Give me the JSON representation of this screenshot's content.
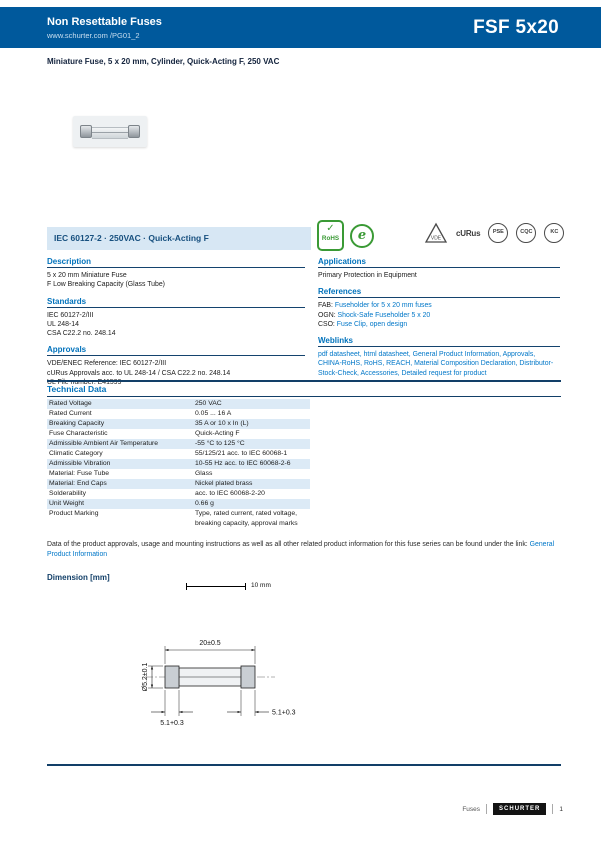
{
  "colors": {
    "header_bar": "#00599C",
    "accent_blue": "#0072BC",
    "link_blue": "#0077C8",
    "banner_bg": "#D7E7F4",
    "table_alt_bg": "#DCEAF6",
    "rohs_green": "#3A9A35",
    "rule_navy": "#123F68"
  },
  "icons": {
    "check": "✓"
  },
  "header": {
    "title": "Non Resettable Fuses",
    "url": "www.schurter.com /PG01_2",
    "product": "FSF 5x20"
  },
  "subtitle": "Miniature Fuse, 5 x 20 mm, Cylinder, Quick-Acting F, 250 VAC",
  "banner": {
    "text": "IEC 60127-2 · 250VAC · Quick-Acting F"
  },
  "badges": {
    "rohs": "RoHS",
    "emark": "e"
  },
  "certs": [
    "VDE",
    "cURus",
    "PSE",
    "CQC",
    "KC"
  ],
  "description": {
    "title": "Description",
    "items": [
      "5 x 20 mm Miniature Fuse",
      "F Low Breaking Capacity (Glass Tube)"
    ]
  },
  "standards": {
    "title": "Standards",
    "items": [
      "IEC 60127-2/III",
      "UL 248-14",
      "CSA C22.2 no. 248.14"
    ]
  },
  "approvals": {
    "title": "Approvals",
    "items": [
      "VDE/ENEC Reference: IEC 60127-2/III",
      "cURus Approvals acc. to UL 248-14 / CSA C22.2 no. 248.14",
      "UL File number: E41599"
    ]
  },
  "applications": {
    "title": "Applications",
    "items": [
      "Primary Protection in Equipment"
    ]
  },
  "references": {
    "title": "References",
    "items": [
      {
        "label": "FAB:",
        "link": "Fuseholder for 5 x 20 mm fuses"
      },
      {
        "label": "OGN:",
        "link": "Shock-Safe Fuseholder 5 x 20"
      },
      {
        "label": "CSO:",
        "link": "Fuse Clip, open design"
      }
    ]
  },
  "weblinks": {
    "title": "Weblinks",
    "links": "pdf datasheet, html datasheet, General Product Information, Approvals, CHINA-RoHS, RoHS, REACH, Material Composition Declaration, Distributor-Stock-Check, Accessories, Detailed request for product"
  },
  "technical": {
    "title": "Technical Data",
    "rows": [
      {
        "label": "Rated Voltage",
        "value": "250 VAC"
      },
      {
        "label": "Rated Current",
        "value": "0.05 ... 16 A"
      },
      {
        "label": "Breaking Capacity",
        "value": "35 A or 10 x In (L)"
      },
      {
        "label": "Fuse Characteristic",
        "value": "Quick-Acting F"
      },
      {
        "label": "Admissible Ambient Air Temperature",
        "value": "-55 °C to 125 °C"
      },
      {
        "label": "Climatic Category",
        "value": "55/125/21 acc. to IEC 60068-1"
      },
      {
        "label": "Admissible Vibration",
        "value": "10-55 Hz acc. to IEC 60068-2-6"
      },
      {
        "label": "Material: Fuse Tube",
        "value": "Glass"
      },
      {
        "label": "Material: End Caps",
        "value": "Nickel plated brass"
      },
      {
        "label": "Solderability",
        "value": "acc. to IEC 60068-2-20"
      },
      {
        "label": "Unit Weight",
        "value": "0.66 g"
      },
      {
        "label": "Product Marking",
        "value": "Type, rated current, rated voltage, breaking capacity, approval marks"
      }
    ]
  },
  "note": {
    "text": "Data of the product approvals, usage and mounting instructions as well as all other related product information for this fuse series can be found under the link: ",
    "link": "General Product Information"
  },
  "dimension": {
    "title": "Dimension [mm]",
    "scale_label": "10 mm",
    "length": "20±0.5",
    "diameter": "Ø5.2±0.1",
    "cap_left": "5.1+0.3",
    "cap_right": "5.1+0.3"
  },
  "footer": {
    "doc": "Fuses",
    "logo": "SCHURTER",
    "page": "1"
  }
}
